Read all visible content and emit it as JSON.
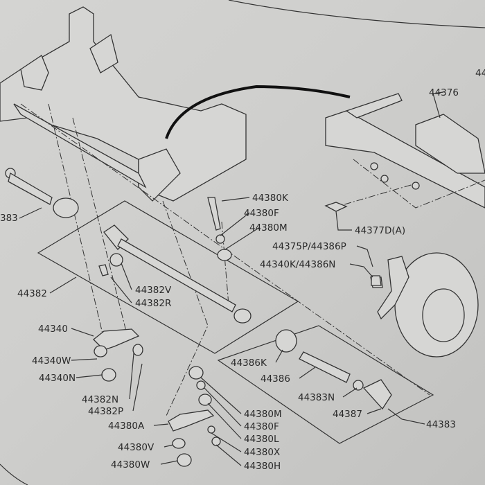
{
  "diagram": {
    "title": "Steering linkage exploded parts diagram",
    "labels": {
      "l44376": "44376",
      "l44top": "44",
      "l44380K": "44380K",
      "l44380F_top": "44380F",
      "l44380M_top": "44380M",
      "l44377DA": "44377D(A)",
      "l44375P": "44375P/44386P",
      "l44340K": "44340K/44386N",
      "l383": "383",
      "l44382": "44382",
      "l44382V": "44382V",
      "l44382R": "44382R",
      "l44340": "44340",
      "l44340W": "44340W",
      "l44340N": "44340N",
      "l44386K": "44386K",
      "l44386": "44386",
      "l44383N": "44383N",
      "l44387": "44387",
      "l44383": "44383",
      "l44382N": "44382N",
      "l44382P": "44382P",
      "l44380A": "44380A",
      "l44380M_bot": "44380M",
      "l44380F_bot": "44380F",
      "l44380L": "44380L",
      "l44380V": "44380V",
      "l44380X": "44380X",
      "l44380W": "44380W",
      "l44380H": "44380H"
    }
  }
}
